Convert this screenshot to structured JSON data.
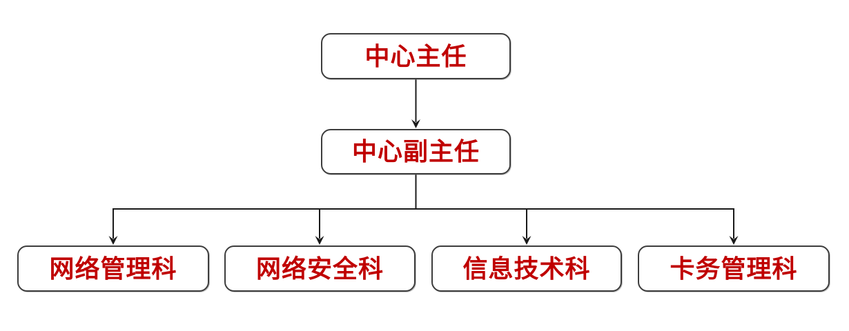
{
  "chart": {
    "type": "org-chart",
    "colors": {
      "text": "#c00000",
      "box_border": "#3d3d3d",
      "box_fill": "#ffffff",
      "connector": "#1a1a1a",
      "background": "#ffffff"
    },
    "nodes": {
      "root": {
        "label": "中心主任"
      },
      "deputy": {
        "label": "中心副主任"
      },
      "departments": [
        {
          "label": "网络管理科"
        },
        {
          "label": "网络安全科"
        },
        {
          "label": "信息技术科"
        },
        {
          "label": "卡务管理科"
        }
      ]
    },
    "edges": [
      {
        "from": "中心主任",
        "to": "中心副主任"
      },
      {
        "from": "中心副主任",
        "to": "网络管理科"
      },
      {
        "from": "中心副主任",
        "to": "网络安全科"
      },
      {
        "from": "中心副主任",
        "to": "信息技术科"
      },
      {
        "from": "中心副主任",
        "to": "卡务管理科"
      }
    ]
  }
}
